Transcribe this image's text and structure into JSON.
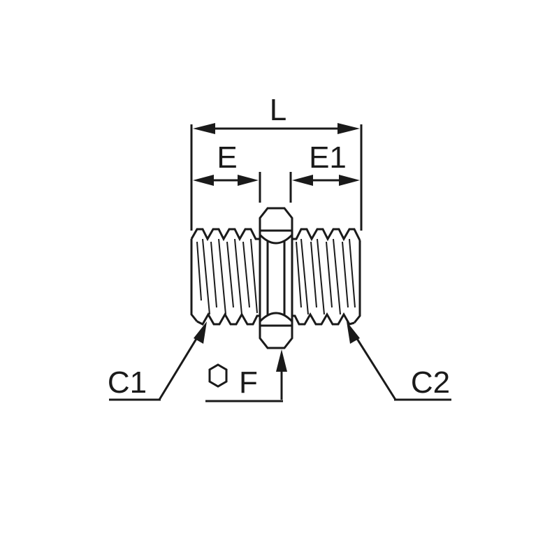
{
  "labels": {
    "length": "L",
    "thread_left": "E",
    "thread_right": "E1",
    "connection_left": "C1",
    "connection_right": "C2",
    "hex": "F"
  },
  "icons": {
    "hex_symbol": "hexagon-icon"
  },
  "colors": {
    "line": "#1a1a1a",
    "background": "#ffffff"
  }
}
